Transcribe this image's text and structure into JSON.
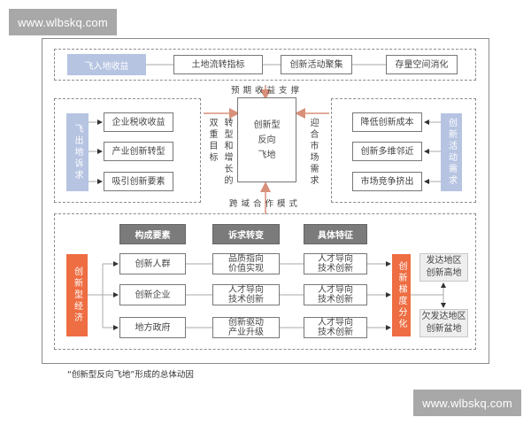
{
  "watermarks": {
    "top": "www.wlbskq.com",
    "bottom": "www.wlbskq.com"
  },
  "colors": {
    "blue_box": "#b6c4e2",
    "orange_box": "#ee6d42",
    "header_box": "#7b7b7b",
    "arrow": "#d9907a",
    "grey_box": "#eeeeee"
  },
  "top_panel": {
    "source": "飞入地收益",
    "items": [
      "土地流转指标",
      "创新活动聚集",
      "存量空间消化"
    ]
  },
  "left_panel": {
    "source": "飞出地诉求",
    "items": [
      "企业税收收益",
      "产业创新转型",
      "吸引创新要素"
    ]
  },
  "right_panel": {
    "source": "创新活动需求",
    "items": [
      "降低创新成本",
      "创新多维邻近",
      "市场竞争挤出"
    ]
  },
  "center": {
    "core": "创新型反向飞地",
    "core_lines": [
      "创新型",
      "反向",
      "飞地"
    ],
    "top_label": "预期收益支撑",
    "bottom_label": "跨域合作模式",
    "left_label": "转型和增长的双重目标",
    "left_label_cols": [
      "转型和增长",
      "的双重目标"
    ],
    "right_label": "迎合市场需求"
  },
  "bottom_panel": {
    "source": "创新型经济",
    "headers": [
      "构成要素",
      "诉求转变",
      "具体特征"
    ],
    "rows": [
      {
        "element": "创新人群",
        "demand": [
          "品质指向",
          "价值实现"
        ],
        "feature": [
          "人才导向",
          "技术创新"
        ]
      },
      {
        "element": "创新企业",
        "demand": [
          "人才导向",
          "技术创新"
        ],
        "feature": [
          "人才导向",
          "技术创新"
        ]
      },
      {
        "element": "地方政府",
        "demand": [
          "创新驱动",
          "产业升级"
        ],
        "feature": [
          "人才导向",
          "技术创新"
        ]
      }
    ],
    "gradient": "创新梯度分化",
    "outcomes": [
      [
        "发达地区",
        "创新高地"
      ],
      [
        "欠发达地区",
        "创新盆地"
      ]
    ]
  },
  "caption": "“创新型反向飞地”形成的总体动因"
}
